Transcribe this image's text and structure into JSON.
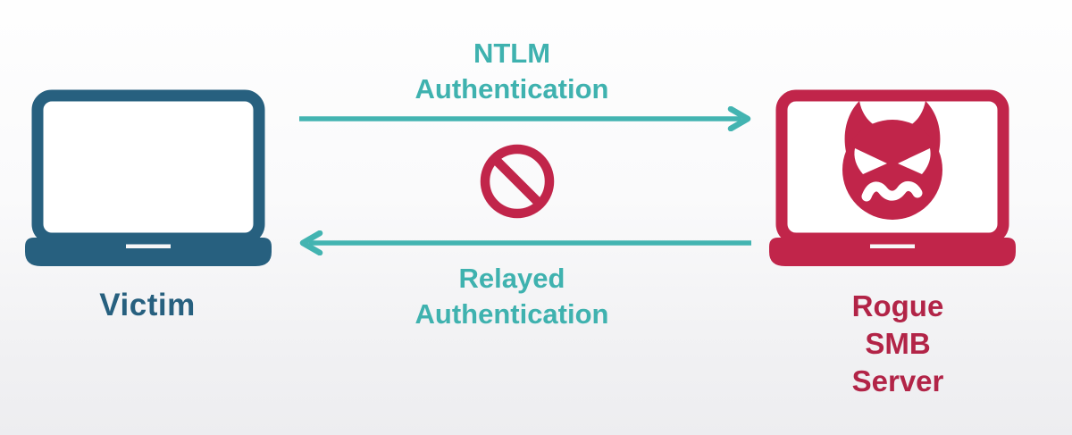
{
  "diagram": {
    "victim": {
      "label": "Victim",
      "icon": "laptop-icon",
      "color": "#27607f"
    },
    "rogue_server": {
      "label_lines": [
        "Rogue",
        "SMB",
        "Server"
      ],
      "icon": "devil-laptop-icon",
      "color": "#c1254a",
      "label_color": "#b22447"
    },
    "ntlm_flow": {
      "label_lines": [
        "NTLM",
        "Authentication"
      ],
      "direction": "left-to-right",
      "color": "#43b4b1"
    },
    "relayed_flow": {
      "label_lines": [
        "Relayed",
        "Authentication"
      ],
      "direction": "right-to-left",
      "color": "#43b4b1"
    },
    "blocked": {
      "icon": "no-entry-icon",
      "color": "#c1254a"
    }
  }
}
